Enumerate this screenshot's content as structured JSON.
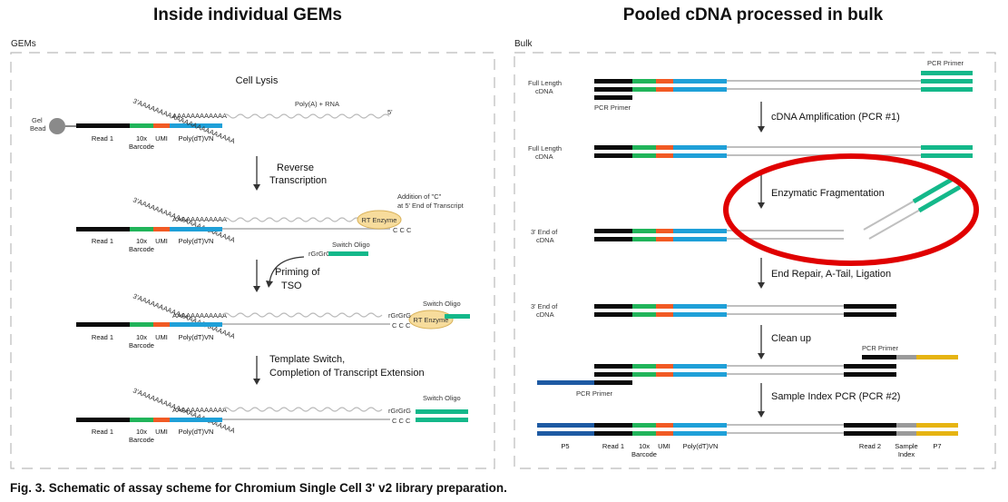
{
  "colors": {
    "black": "#0b0b0b",
    "green": "#21b45a",
    "orange": "#f15a24",
    "blue": "#1fa0d8",
    "teal": "#14b88a",
    "gray_strand": "#bfbfbf",
    "dark_blue": "#1e5aa3",
    "gray_segment": "#9a9a9a",
    "yellow": "#e6b412",
    "enzyme_fill": "#f7dc9c",
    "enzyme_stroke": "#d9b25a",
    "highlight_red": "#e00000",
    "dash": "#bbbbbb"
  },
  "headings": {
    "left": "Inside individual GEMs",
    "right": "Pooled cDNA processed in bulk"
  },
  "panels": {
    "left_label": "GEMs",
    "right_label": "Bulk"
  },
  "left": {
    "cell_lysis": "Cell Lysis",
    "polya_rna": "Poly(A) + RNA",
    "five_prime": "5'",
    "three_prime_a": "3'AAAAAAAAAAAAAAAAAAAAAAA",
    "a_tail": "AAAAAAAAAAAA",
    "gel_bead": "Gel",
    "gel_bead_2": "Bead",
    "read1": "Read 1",
    "tenx": "10x",
    "umi": "UMI",
    "polydt": "Poly(dT)VN",
    "barcode": "Barcode",
    "reverse_1": "Reverse",
    "reverse_2": "Transcription",
    "addition_1": "Addition of \"C\"",
    "addition_2": "at 5' End of Transcript",
    "rt_enzyme": "RT Enzyme",
    "ccc": "C C C",
    "ccc_b": "C C C",
    "rgrgrg": "rGrGrG",
    "rgrgrg_b": "rGrGrG",
    "switch_oligo": "Switch Oligo",
    "switch_oligo_b": "Switch Oligo",
    "priming_1": "Priming of",
    "priming_2": "TSO",
    "template_1": "Template Switch,",
    "template_2": "Completion of Transcript Extension"
  },
  "right": {
    "full_length_1": "Full Length",
    "full_length_2": "cDNA",
    "pcr_primer": "PCR Primer",
    "cdna_amp": "cDNA Amplification (PCR #1)",
    "enz_frag": "Enzymatic Fragmentation",
    "three_end_1": "3' End of",
    "three_end_2": "cDNA",
    "end_repair": "End Repair, A-Tail, Ligation",
    "clean_up": "Clean up",
    "sample_index_pcr": "Sample Index PCR (PCR #2)",
    "p5": "P5",
    "read1": "Read 1",
    "tenx": "10x",
    "umi": "UMI",
    "polydt": "Poly(dT)VN",
    "barcode": "Barcode",
    "read2": "Read 2",
    "sample": "Sample",
    "index": "Index",
    "p7": "P7"
  },
  "caption": "Fig. 3. Schematic of assay scheme for Chromium Single Cell 3' v2 library preparation."
}
